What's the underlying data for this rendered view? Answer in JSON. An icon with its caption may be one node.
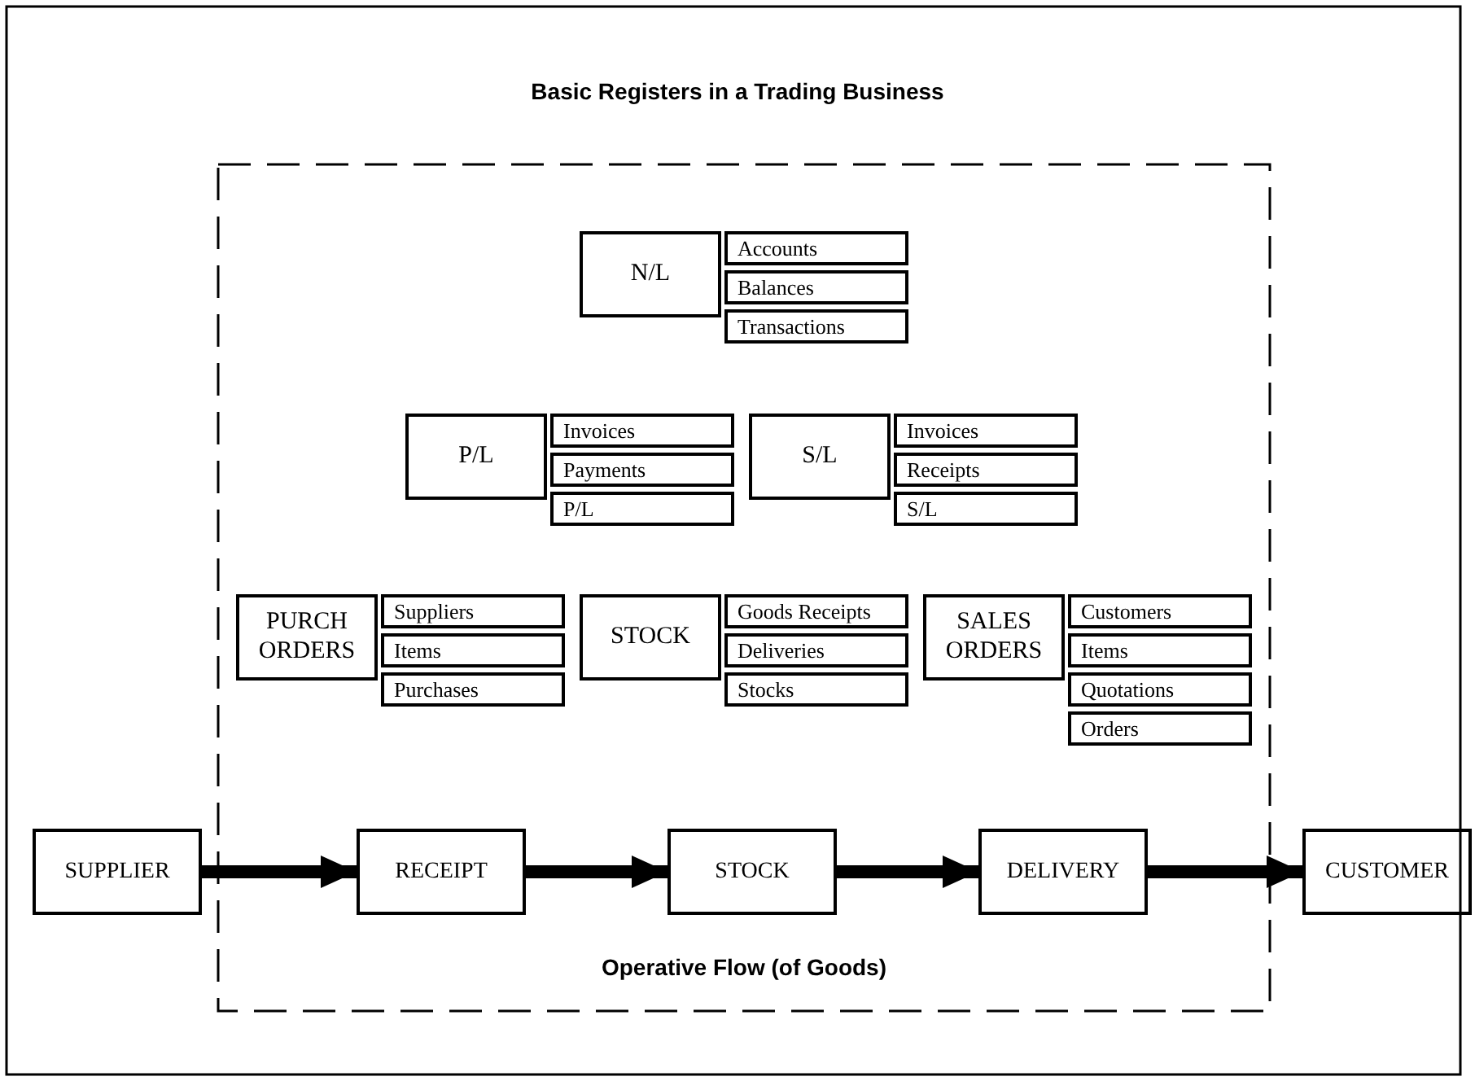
{
  "diagram": {
    "title": "Basic Registers in a Trading Business",
    "nodes": [
      {
        "text": [
          "Operative Flow (of Goods)"
        ]
      },
      {
        "text": [
          "N/L"
        ],
        "in": 0
      },
      {
        "text": [
          "Accounts"
        ],
        "in": 0
      },
      {
        "text": [
          "Balances"
        ],
        "in": 0
      },
      {
        "text": [
          "Transactions"
        ],
        "in": 0
      },
      {
        "text": [
          "P/L"
        ],
        "in": 0
      },
      {
        "text": [
          "Invoices"
        ],
        "in": 0
      },
      {
        "text": [
          "Payments"
        ],
        "in": 0
      },
      {
        "text": [
          "P/L"
        ],
        "in": 0
      },
      {
        "text": [
          "S/L"
        ],
        "in": 0
      },
      {
        "text": [
          "Invoices"
        ],
        "in": 0
      },
      {
        "text": [
          "Receipts"
        ],
        "in": 0
      },
      {
        "text": [
          "S/L"
        ],
        "in": 0
      },
      {
        "text": [
          "PURCH ORDERS"
        ],
        "in": 0
      },
      {
        "text": [
          "Suppliers"
        ],
        "in": 0
      },
      {
        "text": [
          "Items"
        ],
        "in": 0
      },
      {
        "text": [
          "Purchases"
        ],
        "in": 0
      },
      {
        "text": [
          "STOCK"
        ],
        "in": 0
      },
      {
        "text": [
          "Goods Receipts"
        ],
        "in": 0
      },
      {
        "text": [
          "Deliveries"
        ],
        "in": 0
      },
      {
        "text": [
          "Stocks"
        ],
        "in": 0
      },
      {
        "text": [
          "SALES ORDERS"
        ],
        "in": 0
      },
      {
        "text": [
          "Customers"
        ],
        "in": 0
      },
      {
        "text": [
          "Items"
        ],
        "in": 0
      },
      {
        "text": [
          "Quotations"
        ],
        "in": 0
      },
      {
        "text": [
          "Orders"
        ],
        "in": 0
      },
      {
        "text": [
          "SUPPLIER"
        ]
      },
      {
        "text": [
          "RECEIPT"
        ],
        "in": 0
      },
      {
        "text": [
          "STOCK"
        ],
        "in": 0
      },
      {
        "text": [
          "DELIVERY"
        ],
        "in": 0
      },
      {
        "text": [
          "CUSTOMER"
        ]
      }
    ],
    "edges": [
      {
        "from": 26,
        "to": 27,
        "arrow": "to"
      },
      {
        "from": 27,
        "to": 28,
        "arrow": "to"
      },
      {
        "from": 28,
        "to": 29,
        "arrow": "to"
      },
      {
        "from": 29,
        "to": 30,
        "arrow": "to"
      }
    ]
  }
}
